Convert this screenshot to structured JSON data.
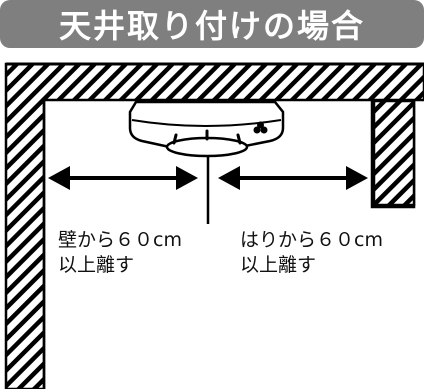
{
  "title": "天井取り付けの場合",
  "labels": {
    "wall": {
      "line1": "壁から６０cm",
      "line2": "以上離す"
    },
    "beam": {
      "line1": "はりから６０cm",
      "line2": "以上離す"
    }
  },
  "colors": {
    "title_bg": "#7f7f7f",
    "title_text": "#ffffff",
    "hatch": "#000000"
  },
  "icons": [
    "ceiling-detector-icon",
    "arrow-left-icon",
    "arrow-right-icon"
  ]
}
